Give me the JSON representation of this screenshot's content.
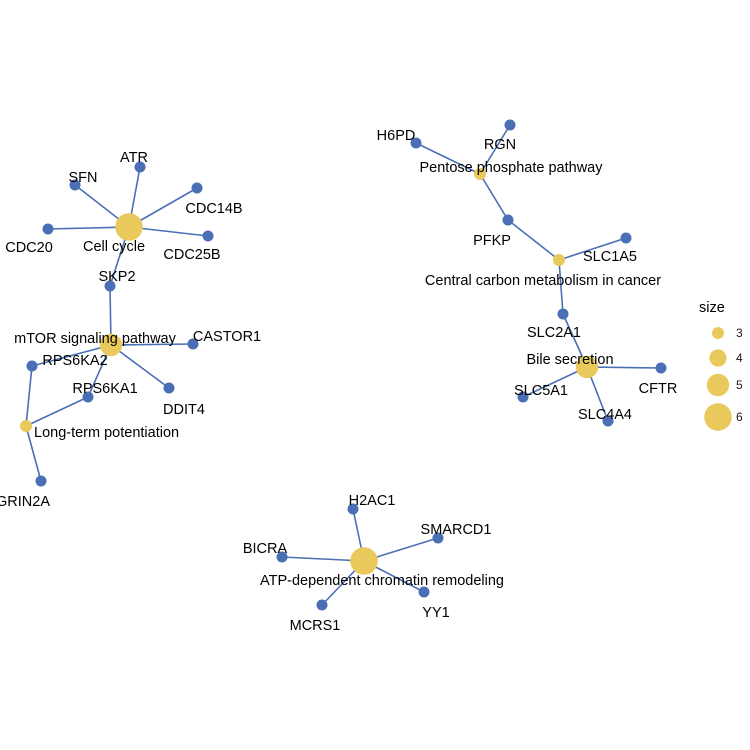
{
  "colors": {
    "gene": "#4a6fb5",
    "pathway": "#e9c95b",
    "edge": "#4a6fb5",
    "background": "#ffffff"
  },
  "legend": {
    "title": "size",
    "entries": [
      {
        "label": "3",
        "value": 3
      },
      {
        "label": "4",
        "value": 4
      },
      {
        "label": "5",
        "value": 5
      },
      {
        "label": "6",
        "value": 6
      }
    ]
  },
  "network": {
    "pathways": [
      {
        "id": "cell-cycle",
        "label": "Cell cycle",
        "size": 6
      },
      {
        "id": "mtor",
        "label": "mTOR signaling pathway",
        "size": 5
      },
      {
        "id": "ltp",
        "label": "Long-term potentiation",
        "size": 3
      },
      {
        "id": "ppp",
        "label": "Pentose phosphate pathway",
        "size": 3
      },
      {
        "id": "ccm",
        "label": "Central carbon metabolism in cancer",
        "size": 3
      },
      {
        "id": "bile",
        "label": "Bile secretion",
        "size": 5
      },
      {
        "id": "atp",
        "label": "ATP-dependent chromatin remodeling",
        "size": 6
      }
    ],
    "genes": [
      {
        "id": "ATR",
        "label": "ATR"
      },
      {
        "id": "SFN",
        "label": "SFN"
      },
      {
        "id": "CDC14B",
        "label": "CDC14B"
      },
      {
        "id": "CDC20",
        "label": "CDC20"
      },
      {
        "id": "CDC25B",
        "label": "CDC25B"
      },
      {
        "id": "SKP2",
        "label": "SKP2"
      },
      {
        "id": "CASTOR1",
        "label": "CASTOR1"
      },
      {
        "id": "RPS6KA2",
        "label": "RPS6KA2"
      },
      {
        "id": "RPS6KA1",
        "label": "RPS6KA1"
      },
      {
        "id": "DDIT4",
        "label": "DDIT4"
      },
      {
        "id": "GRIN2A",
        "label": "GRIN2A"
      },
      {
        "id": "H6PD",
        "label": "H6PD"
      },
      {
        "id": "RGN",
        "label": "RGN"
      },
      {
        "id": "PFKP",
        "label": "PFKP"
      },
      {
        "id": "SLC1A5",
        "label": "SLC1A5"
      },
      {
        "id": "SLC2A1",
        "label": "SLC2A1"
      },
      {
        "id": "CFTR",
        "label": "CFTR"
      },
      {
        "id": "SLC5A1",
        "label": "SLC5A1"
      },
      {
        "id": "SLC4A4",
        "label": "SLC4A4"
      },
      {
        "id": "H2AC1",
        "label": "H2AC1"
      },
      {
        "id": "SMARCD1",
        "label": "SMARCD1"
      },
      {
        "id": "BICRA",
        "label": "BICRA"
      },
      {
        "id": "MCRS1",
        "label": "MCRS1"
      },
      {
        "id": "YY1",
        "label": "YY1"
      }
    ],
    "edges": [
      [
        "cell-cycle",
        "ATR"
      ],
      [
        "cell-cycle",
        "SFN"
      ],
      [
        "cell-cycle",
        "CDC14B"
      ],
      [
        "cell-cycle",
        "CDC20"
      ],
      [
        "cell-cycle",
        "CDC25B"
      ],
      [
        "cell-cycle",
        "SKP2"
      ],
      [
        "mtor",
        "SKP2"
      ],
      [
        "mtor",
        "CASTOR1"
      ],
      [
        "mtor",
        "RPS6KA2"
      ],
      [
        "mtor",
        "RPS6KA1"
      ],
      [
        "mtor",
        "DDIT4"
      ],
      [
        "ltp",
        "RPS6KA2"
      ],
      [
        "ltp",
        "RPS6KA1"
      ],
      [
        "ltp",
        "GRIN2A"
      ],
      [
        "ppp",
        "H6PD"
      ],
      [
        "ppp",
        "RGN"
      ],
      [
        "ppp",
        "PFKP"
      ],
      [
        "ccm",
        "PFKP"
      ],
      [
        "ccm",
        "SLC1A5"
      ],
      [
        "ccm",
        "SLC2A1"
      ],
      [
        "bile",
        "SLC2A1"
      ],
      [
        "bile",
        "CFTR"
      ],
      [
        "bile",
        "SLC5A1"
      ],
      [
        "bile",
        "SLC4A4"
      ],
      [
        "atp",
        "H2AC1"
      ],
      [
        "atp",
        "SMARCD1"
      ],
      [
        "atp",
        "BICRA"
      ],
      [
        "atp",
        "MCRS1"
      ],
      [
        "atp",
        "YY1"
      ]
    ]
  }
}
